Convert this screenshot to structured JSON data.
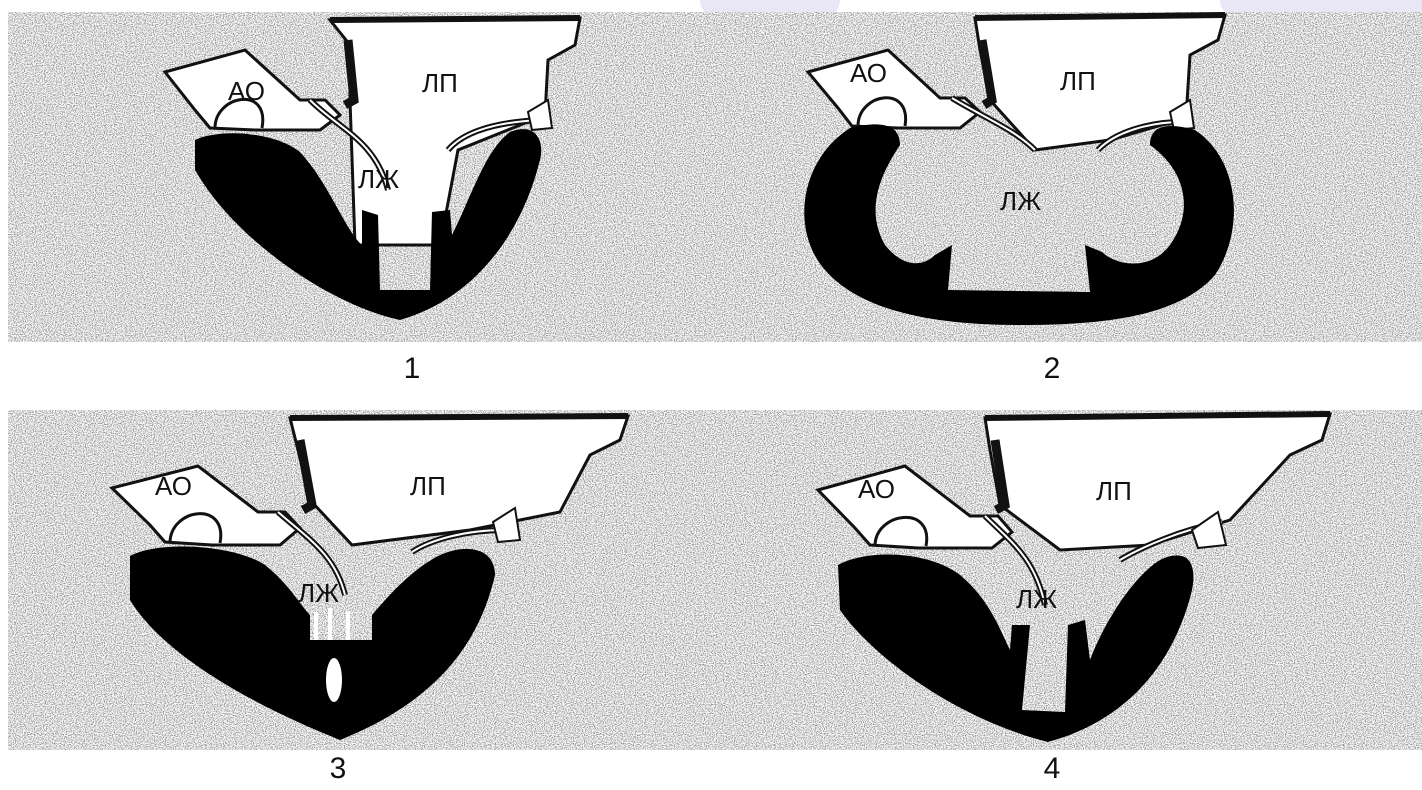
{
  "diagram": {
    "panels": [
      {
        "number": "1",
        "labels": {
          "aorta": "АО",
          "left_atrium": "ЛП",
          "left_ventricle": "ЛЖ"
        }
      },
      {
        "number": "2",
        "labels": {
          "aorta": "АО",
          "left_atrium": "ЛП",
          "left_ventricle": "ЛЖ"
        }
      },
      {
        "number": "3",
        "labels": {
          "aorta": "АО",
          "left_atrium": "ЛП",
          "left_ventricle": "ЛЖ"
        }
      },
      {
        "number": "4",
        "labels": {
          "aorta": "АО",
          "left_atrium": "ЛП",
          "left_ventricle": "ЛЖ"
        }
      }
    ],
    "colors": {
      "myocardium": "#000000",
      "background_speckle": "#bdbdbd",
      "accent": "#e9e6f6"
    }
  }
}
